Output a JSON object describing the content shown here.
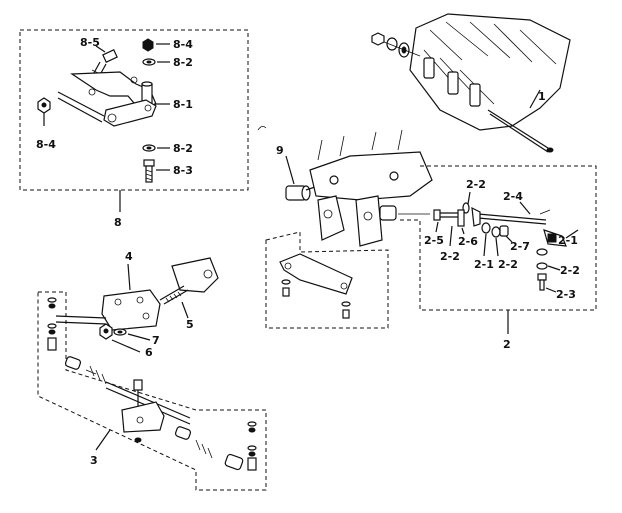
{
  "diagram": {
    "callouts": {
      "c1": "1",
      "c2": "2",
      "c3": "3",
      "c4": "4",
      "c5": "5",
      "c6": "6",
      "c7": "7",
      "c8": "8",
      "c9": "9",
      "c2_1a": "2-1",
      "c2_1b": "2-1",
      "c2_2a": "2-2",
      "c2_2b": "2-2",
      "c2_2c": "2-2",
      "c2_2d": "2-2",
      "c2_3": "2-3",
      "c2_4": "2-4",
      "c2_5": "2-5",
      "c2_6": "2-6",
      "c2_7": "2-7",
      "c8_1": "8-1",
      "c8_2a": "8-2",
      "c8_2b": "8-2",
      "c8_3": "8-3",
      "c8_4a": "8-4",
      "c8_4b": "8-4",
      "c8_5": "8-5"
    }
  }
}
